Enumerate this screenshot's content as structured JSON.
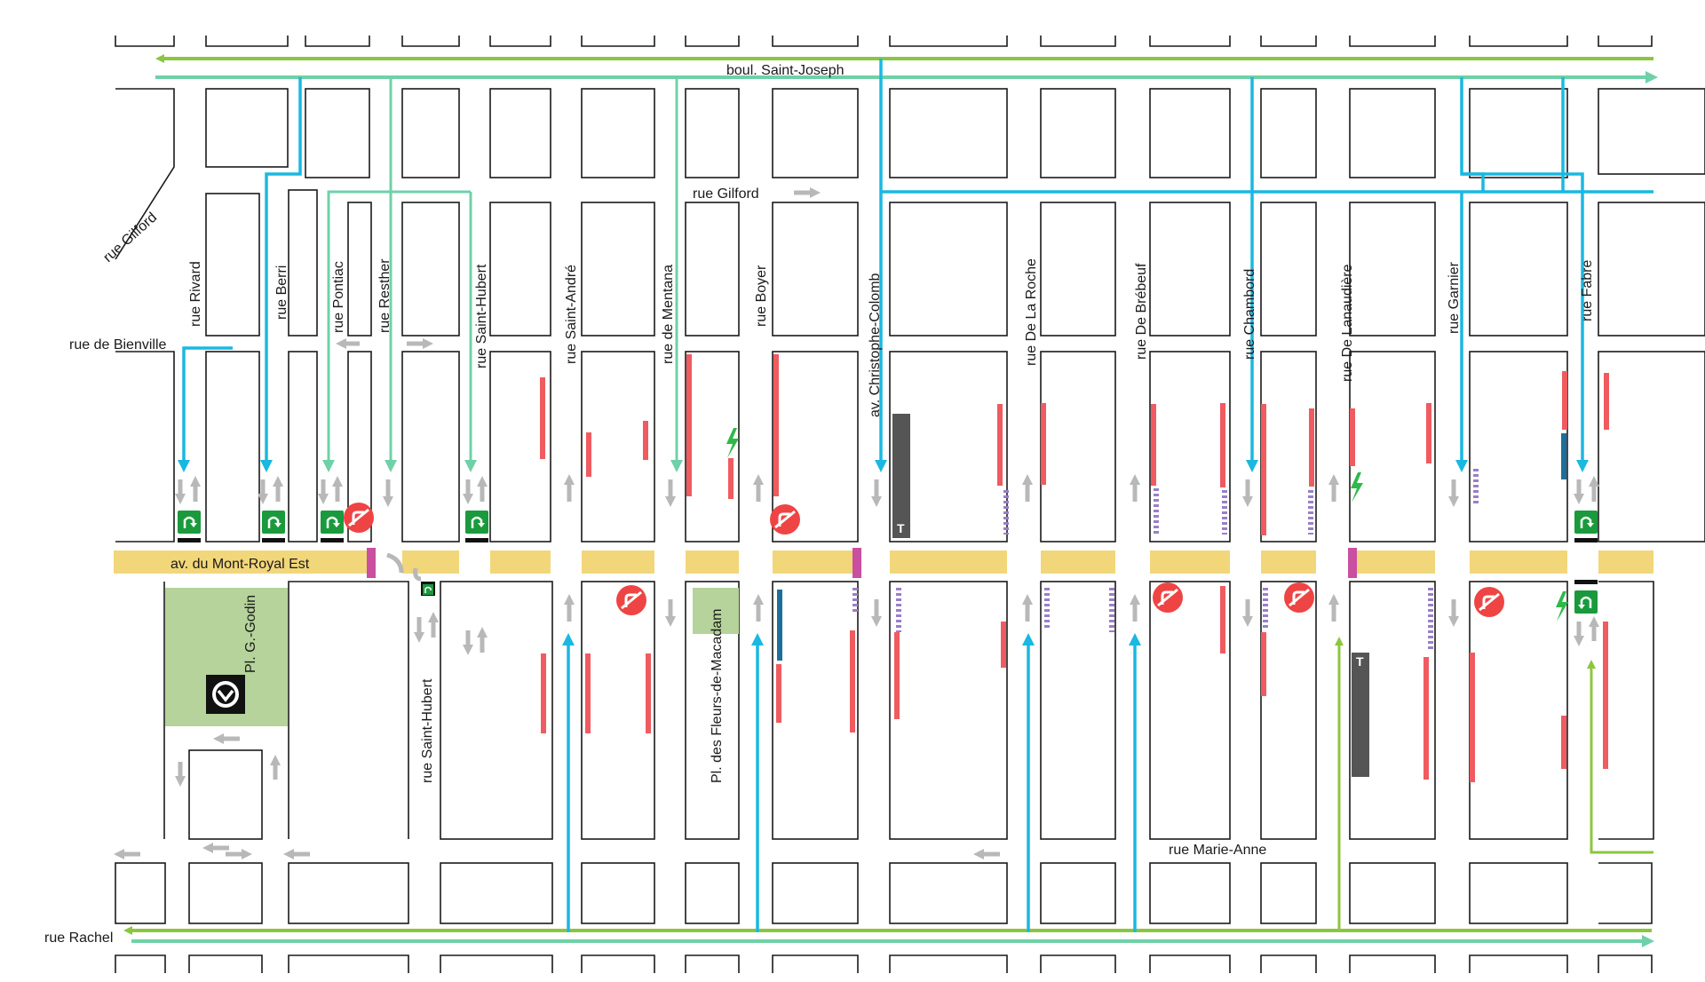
{
  "streets": {
    "boul_saint_joseph": "boul. Saint-Joseph",
    "rue_gilford_diag": "rue Gilford",
    "rue_gilford": "rue Gilford",
    "rue_de_bienville": "rue de Bienville",
    "av_mont_royal": "av. du Mont-Royal Est",
    "rue_rachel": "rue Rachel",
    "rue_marie_anne": "rue Marie-Anne",
    "rue_rivard": "rue Rivard",
    "rue_berri": "rue Berri",
    "rue_pontiac": "rue Pontiac",
    "rue_resther": "rue Resther",
    "rue_saint_hubert": "rue Saint-Hubert",
    "rue_saint_hubert_south": "rue Saint-Hubert",
    "rue_saint_andre": "rue Saint-André",
    "rue_de_mentana": "rue de Mentana",
    "rue_boyer": "rue  Boyer",
    "av_christophe_colomb": "av. Christophe-Colomb",
    "rue_de_la_roche": "rue De La Roche",
    "rue_de_brebeuf": "rue De Brébeuf",
    "rue_chambord": "rue Chambord",
    "rue_de_lanaudiere": "rue De Lanaudière",
    "rue_garnier": "rue Garnier",
    "rue_fabre": "rue Fabre"
  },
  "places": {
    "pl_godin": "Pl. G.-Godin",
    "pl_fleurs_macadam": "Pl. des Fleurs-de-Macadam"
  },
  "markers": {
    "taxi_letter": "T"
  },
  "icons": {
    "metro": "metro-station-icon",
    "uturn": "u-turn-permitted-icon",
    "no_left_turn": "no-left-turn-icon",
    "charging": "ev-charging-icon",
    "taxi": "taxi-stand-icon"
  },
  "colors": {
    "main_road": "#f2d67a",
    "park": "#b5d39a",
    "green_arrow": "#8cc63f",
    "teal_arrow": "#6fd1a8",
    "blue_arrow": "#1ab8e0",
    "red_parking": "#ef5b60",
    "purple_dashed": "#9a7ec8",
    "gray_arrow": "#b8b8b8",
    "magenta_marker": "#c94fa0",
    "dark_block": "#555555",
    "green_icon": "#1a9a3c"
  }
}
